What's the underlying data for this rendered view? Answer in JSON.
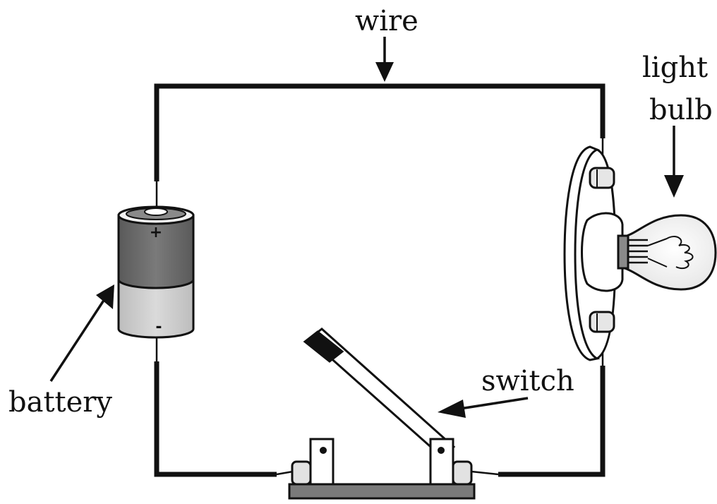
{
  "labels": {
    "wire": "wire",
    "light": "light",
    "bulb": "bulb",
    "battery": "battery",
    "switch": "switch"
  },
  "battery_marks": {
    "positive": "+",
    "negative": "-"
  },
  "colors": {
    "wire": "#111111",
    "battery_top": "#6b6b6b",
    "battery_bottom": "#cfcfcf",
    "switch_base": "#7a7a7a",
    "terminal": "#d8d8d8"
  }
}
